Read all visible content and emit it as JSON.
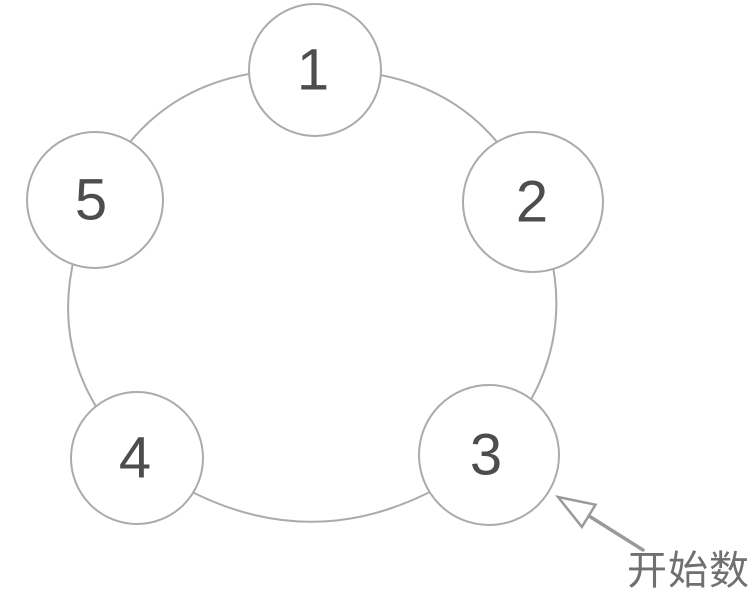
{
  "diagram": {
    "kind": "circular-counting-ring",
    "node_count": 5
  },
  "nodes": [
    {
      "label": "1",
      "position": "top"
    },
    {
      "label": "2",
      "position": "right"
    },
    {
      "label": "3",
      "position": "bottom-right"
    },
    {
      "label": "4",
      "position": "bottom-left"
    },
    {
      "label": "5",
      "position": "left"
    }
  ],
  "annotation": {
    "label": "开始数",
    "points_to_node": "3"
  },
  "colors": {
    "background": "#ffffff",
    "ring_stroke": "#ababab",
    "node_fill": "#ffffff",
    "node_stroke": "#ababab",
    "number_text": "#4d4d4d",
    "arrow": "#9a9a9a",
    "annotation_text": "#707070"
  }
}
